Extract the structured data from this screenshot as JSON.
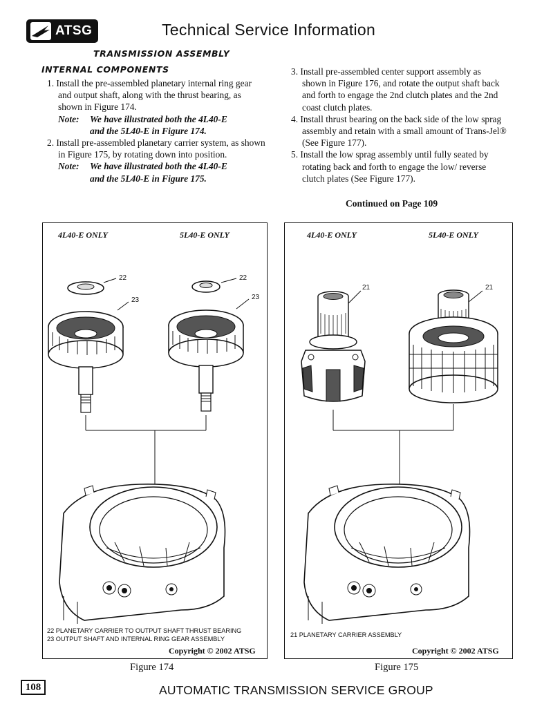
{
  "header": {
    "logo_text": "ATSG",
    "title": "Technical Service Information"
  },
  "section": {
    "title": "TRANSMISSION ASSEMBLY",
    "subtitle": "INTERNAL COMPONENTS"
  },
  "left_column": {
    "step1": "1. Install the pre-assembled planetary internal ring gear and output shaft, along with the thrust bearing, as shown in Figure 174.",
    "note1_label": "Note:",
    "note1_line1": "We have illustrated both the 4L40-E",
    "note1_line2": "and the 5L40-E in Figure 174.",
    "step2": "2. Install pre-assembled planetary carrier system, as shown in Figure 175, by rotating down into position.",
    "note2_label": "Note:",
    "note2_line1": "We have illustrated both the 4L40-E",
    "note2_line2": "and the 5L40-E in Figure 175."
  },
  "right_column": {
    "step3": "3. Install pre-assembled center support assembly as shown in Figure 176, and rotate the output shaft back and forth to engage the 2nd clutch plates and the 2nd coast clutch plates.",
    "step4": "4. Install thrust bearing on the back side of the low sprag assembly and retain with a small amount of Trans-Jel® (See Figure 177).",
    "step5": "5. Install the low sprag assembly until fully seated by rotating back and forth to engage the low/ reverse clutch plates (See Figure 177).",
    "continued": "Continued on Page 109"
  },
  "figure174": {
    "label_left": "4L40-E ONLY",
    "label_right": "5L40-E ONLY",
    "callout_22a": "22",
    "callout_23a": "23",
    "callout_22b": "22",
    "callout_23b": "23",
    "caption_line1": "22 PLANETARY CARRIER TO OUTPUT SHAFT THRUST BEARING",
    "caption_line2": "23 OUTPUT SHAFT AND INTERNAL RING GEAR ASSEMBLY",
    "copyright": "Copyright © 2002 ATSG",
    "title": "Figure 174"
  },
  "figure175": {
    "label_left": "4L40-E ONLY",
    "label_right": "5L40-E ONLY",
    "callout_21a": "21",
    "callout_21b": "21",
    "caption_line1": "21 PLANETARY CARRIER ASSEMBLY",
    "copyright": "Copyright © 2002 ATSG",
    "title": "Figure 175"
  },
  "footer": {
    "page_number": "108",
    "org": "AUTOMATIC TRANSMISSION SERVICE GROUP"
  }
}
